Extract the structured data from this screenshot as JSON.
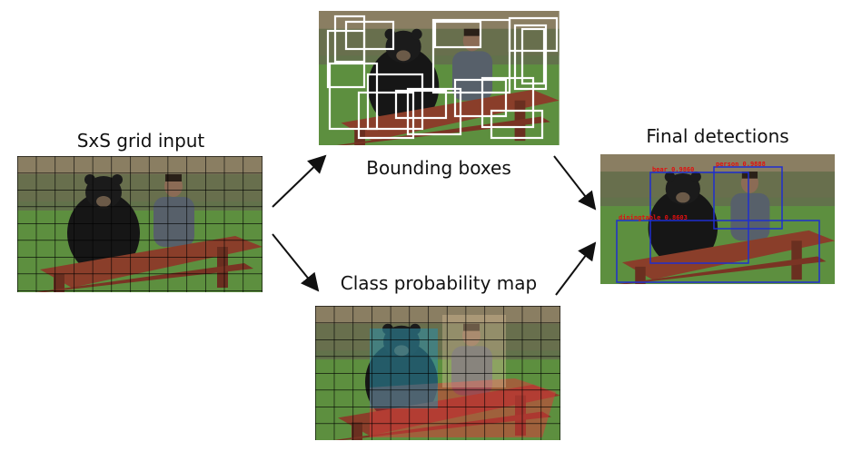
{
  "labels": {
    "input": "SxS grid input",
    "bounding_boxes": "Bounding boxes",
    "class_map": "Class probability map",
    "final": "Final detections"
  },
  "detections": [
    {
      "class": "bear",
      "score": "0.9860"
    },
    {
      "class": "person",
      "score": "0.9888"
    },
    {
      "class": "diningtable",
      "score": "0.8603"
    }
  ],
  "colors": {
    "bear_class": "#2e8ba0",
    "table_class": "#d63d3a",
    "detection_box": "#1f2fcf",
    "detection_text": "#e01010"
  },
  "grid": {
    "cells_across": 13,
    "cells_down": 8
  }
}
